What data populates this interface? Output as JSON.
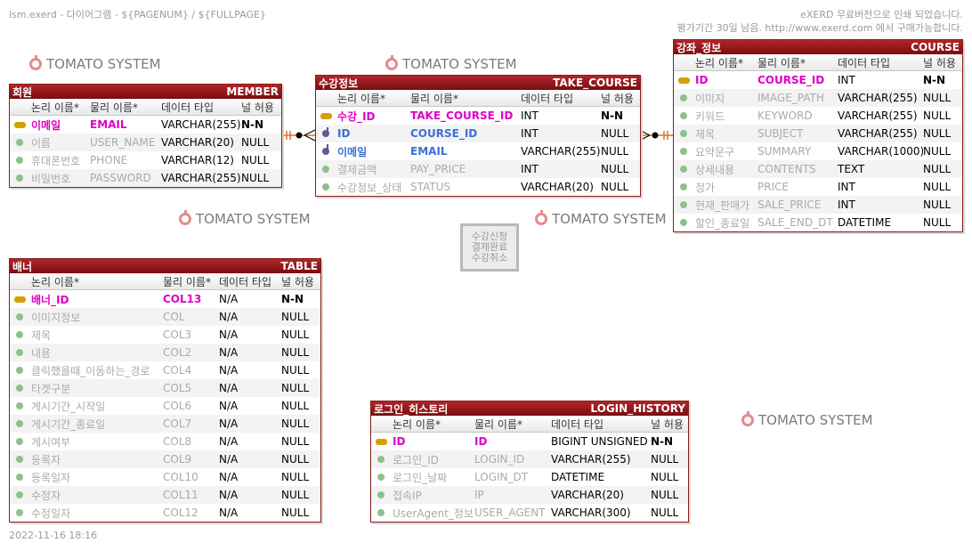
{
  "header": {
    "left": "lsm.exerd - 다이어그램 - ${PAGENUM} / ${FULLPAGE}",
    "right_line1": "eXERD 무료버전으로 인쇄 되었습니다.",
    "right_line2": "평가기간 30일 남음. http://www.exerd.com 에서 구매가능합니다."
  },
  "footer": {
    "timestamp": "2022-11-16 18:16"
  },
  "watermark": {
    "text": "TOMATO SYSTEM"
  },
  "memo": {
    "lines": [
      "수강신청",
      "결제완료",
      "수강취소"
    ]
  },
  "column_headers": {
    "logical": "논리 이름*",
    "physical": "물리 이름*",
    "type": "데이터 타입",
    "null": "널 허용"
  },
  "colors": {
    "title_bg": "#8e1418",
    "pk": "#e000c8",
    "fk": "#3a6ed8",
    "normal": "#aaaaaa",
    "relation": "#e07020"
  },
  "entities": {
    "member": {
      "logical": "회원",
      "physical": "MEMBER",
      "rows": [
        {
          "icon": "key-icon",
          "kind": "pk",
          "logical": "이메일",
          "physical": "EMAIL",
          "type": "VARCHAR(255)",
          "null": "N-N"
        },
        {
          "icon": "attribute-icon",
          "kind": "norm",
          "logical": "이름",
          "physical": "USER_NAME",
          "type": "VARCHAR(20)",
          "null": "NULL"
        },
        {
          "icon": "attribute-icon",
          "kind": "norm",
          "logical": "휴대폰번호",
          "physical": "PHONE",
          "type": "VARCHAR(12)",
          "null": "NULL"
        },
        {
          "icon": "attribute-icon",
          "kind": "norm",
          "logical": "비밀번호",
          "physical": "PASSWORD",
          "type": "VARCHAR(255)",
          "null": "NULL"
        }
      ]
    },
    "take_course": {
      "logical": "수강정보",
      "physical": "TAKE_COURSE",
      "rows": [
        {
          "icon": "key-icon",
          "kind": "pk",
          "logical": "수강_ID",
          "physical": "TAKE_COURSE_ID",
          "type": "INT",
          "null": "N-N"
        },
        {
          "icon": "foreign-key-icon",
          "kind": "fkr",
          "logical": "ID",
          "physical": "COURSE_ID",
          "type": "INT",
          "null": "NULL"
        },
        {
          "icon": "foreign-key-icon",
          "kind": "fkr",
          "logical": "이메일",
          "physical": "EMAIL",
          "type": "VARCHAR(255)",
          "null": "NULL"
        },
        {
          "icon": "attribute-icon",
          "kind": "norm",
          "logical": "결제금액",
          "physical": "PAY_PRICE",
          "type": "INT",
          "null": "NULL"
        },
        {
          "icon": "attribute-icon",
          "kind": "norm",
          "logical": "수강정보_상태",
          "physical": "STATUS",
          "type": "VARCHAR(20)",
          "null": "NULL"
        }
      ]
    },
    "course": {
      "logical": "강좌_정보",
      "physical": "COURSE",
      "rows": [
        {
          "icon": "key-icon",
          "kind": "pk",
          "logical": "ID",
          "physical": "COURSE_ID",
          "type": "INT",
          "null": "N-N"
        },
        {
          "icon": "attribute-icon",
          "kind": "norm",
          "logical": "이미지",
          "physical": "IMAGE_PATH",
          "type": "VARCHAR(255)",
          "null": "NULL"
        },
        {
          "icon": "attribute-icon",
          "kind": "norm",
          "logical": "키워드",
          "physical": "KEYWORD",
          "type": "VARCHAR(255)",
          "null": "NULL"
        },
        {
          "icon": "attribute-icon",
          "kind": "norm",
          "logical": "제목",
          "physical": "SUBJECT",
          "type": "VARCHAR(255)",
          "null": "NULL"
        },
        {
          "icon": "attribute-icon",
          "kind": "norm",
          "logical": "요약문구",
          "physical": "SUMMARY",
          "type": "VARCHAR(1000)",
          "null": "NULL"
        },
        {
          "icon": "attribute-icon",
          "kind": "norm",
          "logical": "상세내용",
          "physical": "CONTENTS",
          "type": "TEXT",
          "null": "NULL"
        },
        {
          "icon": "attribute-icon",
          "kind": "norm",
          "logical": "정가",
          "physical": "PRICE",
          "type": "INT",
          "null": "NULL"
        },
        {
          "icon": "attribute-icon",
          "kind": "norm",
          "logical": "현재_판매가",
          "physical": "SALE_PRICE",
          "type": "INT",
          "null": "NULL"
        },
        {
          "icon": "attribute-icon",
          "kind": "norm",
          "logical": "할인_종료일",
          "physical": "SALE_END_DT",
          "type": "DATETIME",
          "null": "NULL"
        }
      ]
    },
    "banner": {
      "logical": "배너",
      "physical": "TABLE",
      "rows": [
        {
          "icon": "key-icon",
          "kind": "pk",
          "logical": "배너_ID",
          "physical": "COL13",
          "type": "N/A",
          "null": "N-N"
        },
        {
          "icon": "attribute-icon",
          "kind": "norm",
          "logical": "이미지정보",
          "physical": "COL",
          "type": "N/A",
          "null": "NULL"
        },
        {
          "icon": "attribute-icon",
          "kind": "norm",
          "logical": "제목",
          "physical": "COL3",
          "type": "N/A",
          "null": "NULL"
        },
        {
          "icon": "attribute-icon",
          "kind": "norm",
          "logical": "내용",
          "physical": "COL2",
          "type": "N/A",
          "null": "NULL"
        },
        {
          "icon": "attribute-icon",
          "kind": "norm",
          "logical": "클릭했을때_이동하는_경로",
          "physical": "COL4",
          "type": "N/A",
          "null": "NULL"
        },
        {
          "icon": "attribute-icon",
          "kind": "norm",
          "logical": "타겟구분",
          "physical": "COL5",
          "type": "N/A",
          "null": "NULL"
        },
        {
          "icon": "attribute-icon",
          "kind": "norm",
          "logical": "게시기간_시작일",
          "physical": "COL6",
          "type": "N/A",
          "null": "NULL"
        },
        {
          "icon": "attribute-icon",
          "kind": "norm",
          "logical": "게시기간_종료일",
          "physical": "COL7",
          "type": "N/A",
          "null": "NULL"
        },
        {
          "icon": "attribute-icon",
          "kind": "norm",
          "logical": "게시여부",
          "physical": "COL8",
          "type": "N/A",
          "null": "NULL"
        },
        {
          "icon": "attribute-icon",
          "kind": "norm",
          "logical": "등록자",
          "physical": "COL9",
          "type": "N/A",
          "null": "NULL"
        },
        {
          "icon": "attribute-icon",
          "kind": "norm",
          "logical": "등록일자",
          "physical": "COL10",
          "type": "N/A",
          "null": "NULL"
        },
        {
          "icon": "attribute-icon",
          "kind": "norm",
          "logical": "수정자",
          "physical": "COL11",
          "type": "N/A",
          "null": "NULL"
        },
        {
          "icon": "attribute-icon",
          "kind": "norm",
          "logical": "수정일자",
          "physical": "COL12",
          "type": "N/A",
          "null": "NULL"
        }
      ]
    },
    "login_history": {
      "logical": "로그인_히스토리",
      "physical": "LOGIN_HISTORY",
      "rows": [
        {
          "icon": "key-icon",
          "kind": "pk",
          "logical": "ID",
          "physical": "ID",
          "type": "BIGINT UNSIGNED",
          "null": "N-N"
        },
        {
          "icon": "attribute-icon",
          "kind": "norm",
          "logical": "로그인_ID",
          "physical": "LOGIN_ID",
          "type": "VARCHAR(255)",
          "null": "NULL"
        },
        {
          "icon": "attribute-icon",
          "kind": "norm",
          "logical": "로그인_날짜",
          "physical": "LOGIN_DT",
          "type": "DATETIME",
          "null": "NULL"
        },
        {
          "icon": "attribute-icon",
          "kind": "norm",
          "logical": "접속IP",
          "physical": "IP",
          "type": "VARCHAR(20)",
          "null": "NULL"
        },
        {
          "icon": "attribute-icon",
          "kind": "norm",
          "logical": "UserAgent_정보",
          "physical": "USER_AGENT",
          "type": "VARCHAR(300)",
          "null": "NULL"
        }
      ]
    }
  }
}
